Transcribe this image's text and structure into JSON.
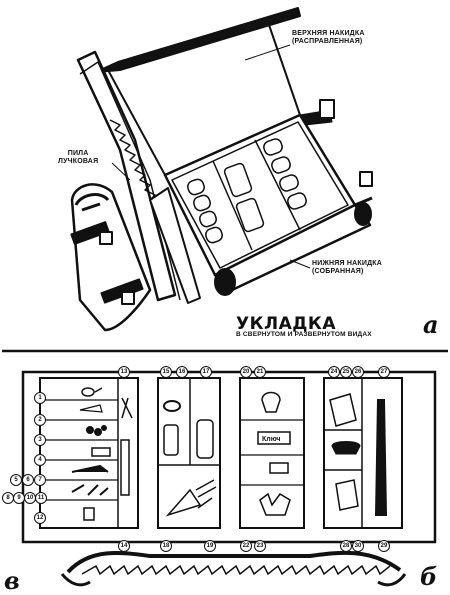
{
  "part_a": {
    "label_upper_cover": [
      "ВЕРХНЯЯ НАКИДКА",
      "(РАСПРАВЛЕННАЯ)"
    ],
    "label_saw": [
      "ПИЛА",
      "ЛУЧКОВАЯ"
    ],
    "label_lower_cover": [
      "НИЖНЯЯ НАКИДКА",
      "(СОБРАННАЯ)"
    ],
    "title": "УКЛАДКА",
    "subtitle": "В СВЕРНУТОМ И РАЗВЕРНУТОМ ВИДАХ",
    "letter": "а"
  },
  "part_b": {
    "letter": "б",
    "letter_left": "в",
    "numbers": {
      "n1": "1",
      "n2": "2",
      "n3": "3",
      "n4": "4",
      "n5": "5",
      "n6": "6",
      "n7": "7",
      "n8": "8",
      "n9": "9",
      "n10": "10",
      "n11": "11",
      "n12": "12",
      "n13": "13",
      "n14": "14",
      "n15": "15",
      "n16": "16",
      "n17": "17",
      "n18": "18",
      "n19": "19",
      "n20": "20",
      "n21": "21",
      "n22": "22",
      "n23": "23",
      "n24": "24",
      "n25": "25",
      "n26": "26",
      "n27": "27",
      "n28": "28",
      "n29": "29",
      "n30": "30"
    },
    "tag_text": "Ключ"
  }
}
